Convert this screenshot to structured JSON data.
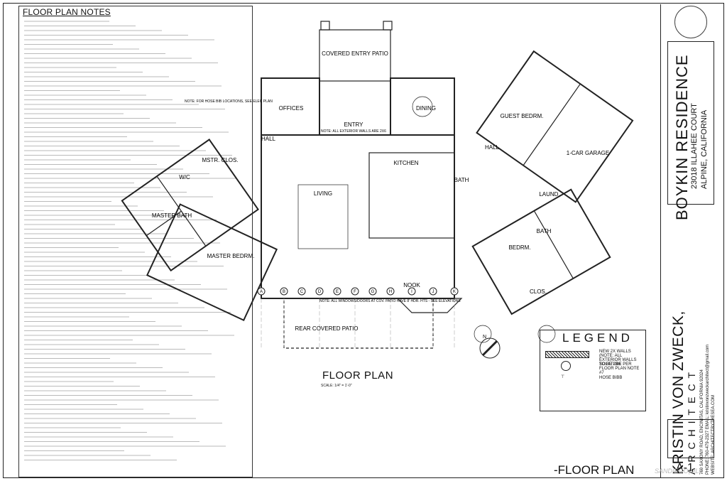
{
  "notes": {
    "title": "FLOOR PLAN NOTES",
    "line_count": 96
  },
  "plan": {
    "title": "FLOOR PLAN",
    "scale": "SCALE: 1/4\" = 1'-0\"",
    "general_note": "NOTE: ALL EXTERIOR WALLS ARE 2X6",
    "hose_note": "NOTE: FOR HOSE BIB LOCATIONS, SEE ELEC PLAN",
    "window_note": "NOTE: ALL WINDOWS/DOORS AT COV. PATIO HAVE 8' HDR. HTS - SEE ELEVATIONS",
    "rooms": {
      "covered_entry_patio": "COVERED ENTRY PATIO",
      "offices": "OFFICES",
      "dining": "DINING",
      "entry": "ENTRY",
      "hall_left": "HALL",
      "mstr_clos": "MSTR. CLOS.",
      "wc": "W/C",
      "master_bath": "MASTER BATH",
      "master_bedrm": "MASTER BEDRM.",
      "living": "LIVING",
      "kitchen": "KITCHEN",
      "guest_bedrm": "GUEST BEDRM.",
      "hall_right": "HALL",
      "garage": "1-CAR GARAGE",
      "laund": "LAUND.",
      "bath_top": "BATH",
      "bedrm": "BEDRM.",
      "bath_right": "BATH",
      "clos": "CLOS.",
      "nook": "NOOK",
      "rear_covered_patio": "REAR COVERED PATIO"
    },
    "grid_letters": [
      "A",
      "B",
      "C",
      "D",
      "E",
      "F",
      "G",
      "H",
      "I",
      "J",
      "K"
    ]
  },
  "legend": {
    "title": "LEGEND",
    "items": [
      "NEW 2X WALLS (NOTE: ALL EXTERIOR WALLS TO BE 2X6",
      "SOLATUBE PER FLOOR PLAN NOTE #7",
      "HOSE BIBB"
    ]
  },
  "title_block": {
    "project_name": "BOYKIN RESIDENCE",
    "address": "23018 ILLAHEE COURT",
    "city": "ALPINE, CALIFORNIA",
    "architect_name": "KRISTIN VON ZWECK,",
    "architect_sub": "ARCHITECT",
    "contact_1": "760 SAXONY ROAD, ENCINITAS, CALIFORNIA 92024",
    "contact_2": "PHONE: 760-479-2327 EMAIL: kristinvonzweckarchitect@gmail.com",
    "contact_3": "WEBSITE: ARCHITECTBYTHESEA.COM",
    "sheet_number": "A-1",
    "sheet_title": "-FLOOR PLAN"
  },
  "watermark": "SANDIEGO|MLS"
}
